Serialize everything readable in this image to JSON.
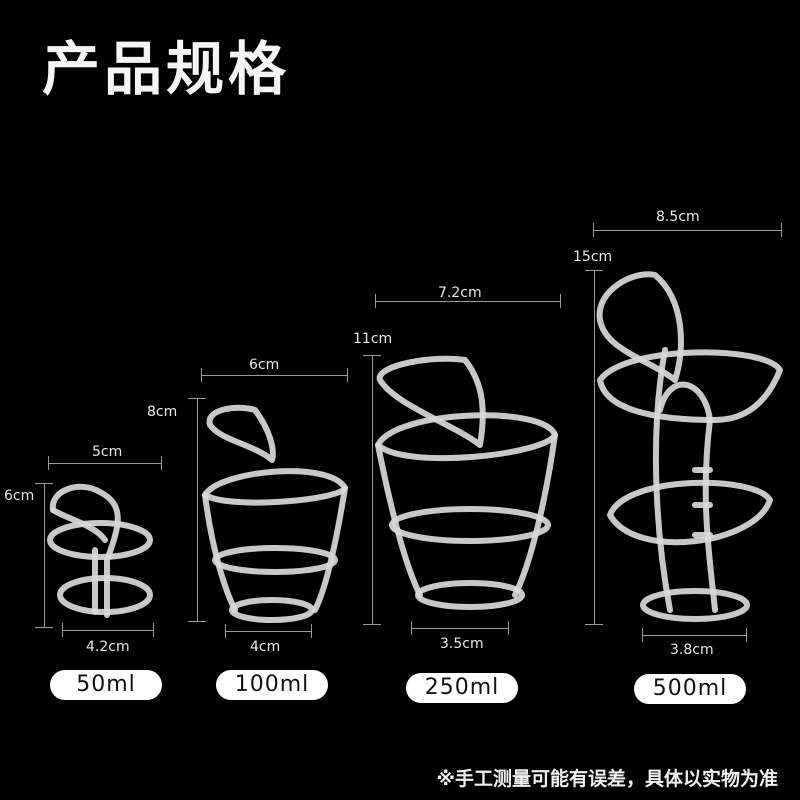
{
  "title": "产品规格",
  "products": [
    {
      "capacity": "50ml",
      "top_width": "5cm",
      "height": "6cm",
      "base_width": "4.2cm"
    },
    {
      "capacity": "100ml",
      "top_width": "6cm",
      "height": "8cm",
      "base_width": "4cm"
    },
    {
      "capacity": "250ml",
      "top_width": "7.2cm",
      "height": "11cm",
      "base_width": "3.5cm"
    },
    {
      "capacity": "500ml",
      "top_width": "8.5cm",
      "height": "15cm",
      "base_width": "3.8cm"
    }
  ],
  "note": "※手工测量可能有误差，具体以实物为准",
  "colors": {
    "background": "#000000",
    "text": "#ffffff",
    "pill": "#ffffff",
    "pill_text": "#111111",
    "guide_line": "#9a9a9a"
  }
}
